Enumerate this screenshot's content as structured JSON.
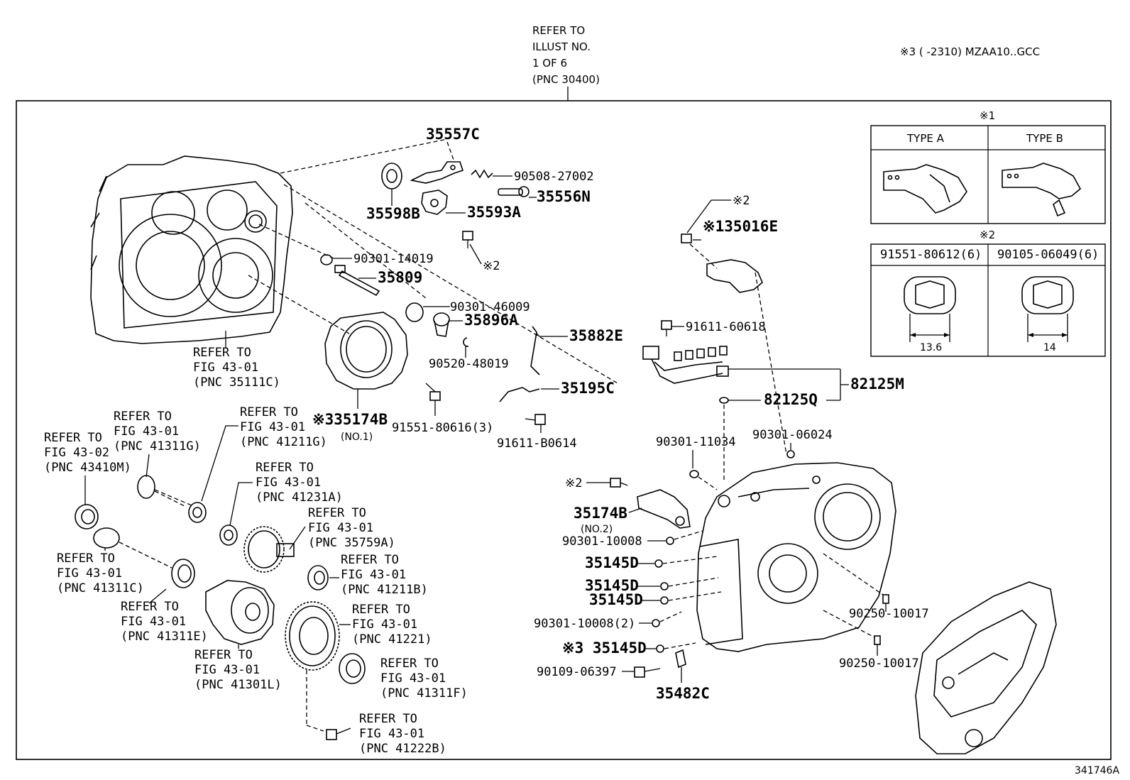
{
  "header": {
    "refer_top": [
      "REFER TO",
      "ILLUST NO.",
      "1 OF 6",
      "(PNC 30400)"
    ],
    "note_3": "※3 (      -2310) MZAA10..GCC",
    "illustration_no": "341746A"
  },
  "inset_1": {
    "mark": "※1",
    "type_a": "TYPE A",
    "type_b": "TYPE B"
  },
  "inset_2": {
    "mark": "※2",
    "col_a": "91551-80612(6)",
    "col_b": "90105-06049(6)",
    "dim_a": "13.6",
    "dim_b": "14"
  },
  "labels": {
    "p35557C": "35557C",
    "p90508_27002": "90508-27002",
    "p35556N": "35556N",
    "p35598B": "35598B",
    "p35593A": "35593A",
    "note2_a": "※2",
    "p90301_14019": "90301-14019",
    "p35809": "35809",
    "p90301_46009": "90301-46009",
    "p35896A": "35896A",
    "p90520_48019": "90520-48019",
    "p35882E": "35882E",
    "p35195C": "35195C",
    "p91551_80616": "91551-80616(3)",
    "p91611_B0614": "91611-B0614",
    "p35174B_1": "※335174B",
    "p35174B_1_sub": "(NO.1)",
    "note2_b": "※2",
    "p35016E": "※135016E",
    "p91611_60618": "91611-60618",
    "p82125M": "82125M",
    "p82125Q": "82125Q",
    "p90301_11034": "90301-11034",
    "p90301_06024": "90301-06024",
    "note2_c": "※2",
    "p35174B_2": "35174B",
    "p35174B_2_sub": "(NO.2)",
    "p90301_10008a": "90301-10008",
    "p35145D_a": "35145D",
    "p35145D_b": "35145D",
    "p35145D_c": "35145D",
    "p90301_10008b": "90301-10008(2)",
    "p35145D_d": "※3 35145D",
    "p90109_06397": "90109-06397",
    "p35482C": "35482C",
    "p90250_10017a": "90250-10017",
    "p90250_10017b": "90250-10017"
  },
  "refs": {
    "r35111C": [
      "REFER TO",
      "FIG 43-01",
      "(PNC 35111C)"
    ],
    "r41311G": [
      "REFER TO",
      "FIG 43-01",
      "(PNC 41311G)"
    ],
    "r41211G": [
      "REFER TO",
      "FIG 43-01",
      "(PNC 41211G)"
    ],
    "r43410M": [
      "REFER TO",
      "FIG 43-02",
      "(PNC 43410M)"
    ],
    "r41231A": [
      "REFER TO",
      "FIG 43-01",
      "(PNC 41231A)"
    ],
    "r35759A": [
      "REFER TO",
      "FIG 43-01",
      "(PNC 35759A)"
    ],
    "r41311C": [
      "REFER TO",
      "FIG 43-01",
      "(PNC 41311C)"
    ],
    "r41211B": [
      "REFER TO",
      "FIG 43-01",
      "(PNC 41211B)"
    ],
    "r41311E": [
      "REFER TO",
      "FIG 43-01",
      "(PNC 41311E)"
    ],
    "r41221": [
      "REFER TO",
      "FIG 43-01",
      "(PNC 41221)"
    ],
    "r41301L": [
      "REFER TO",
      "FIG 43-01",
      "(PNC 41301L)"
    ],
    "r41311F": [
      "REFER TO",
      "FIG 43-01",
      "(PNC 41311F)"
    ],
    "r41222B": [
      "REFER TO",
      "FIG 43-01",
      "(PNC 41222B)"
    ]
  }
}
